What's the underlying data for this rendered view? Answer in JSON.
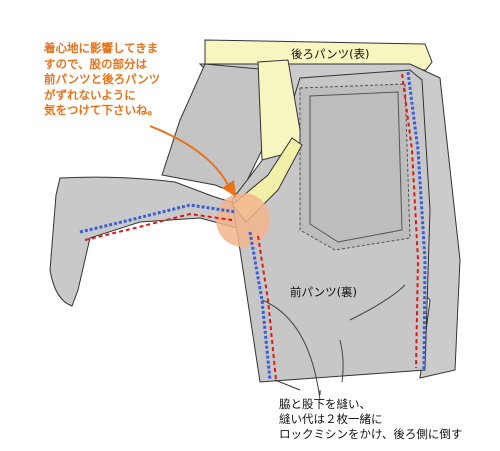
{
  "labels": {
    "back_pants": "後ろパンツ(表)",
    "front_pants": "前パンツ(裏)"
  },
  "callout": {
    "lines": [
      "着心地に影響してきま",
      "すので、股の部分は",
      "前パンツと後ろパンツ",
      "がずれないように",
      "気をつけて下さいね。"
    ],
    "color": "#e8731a"
  },
  "note": {
    "lines": [
      "脇と股下を縫い、",
      "縫い代は２枚一緒に",
      "ロックミシンをかけ、後ろ側に倒す"
    ]
  },
  "colors": {
    "fabric_gray": "#c8c8c8",
    "waistband_yellow": "#f7f5c0",
    "overlock_blue": "#3a5fd6",
    "stitch_red": "#e01818",
    "highlight": "#f2b48c"
  }
}
